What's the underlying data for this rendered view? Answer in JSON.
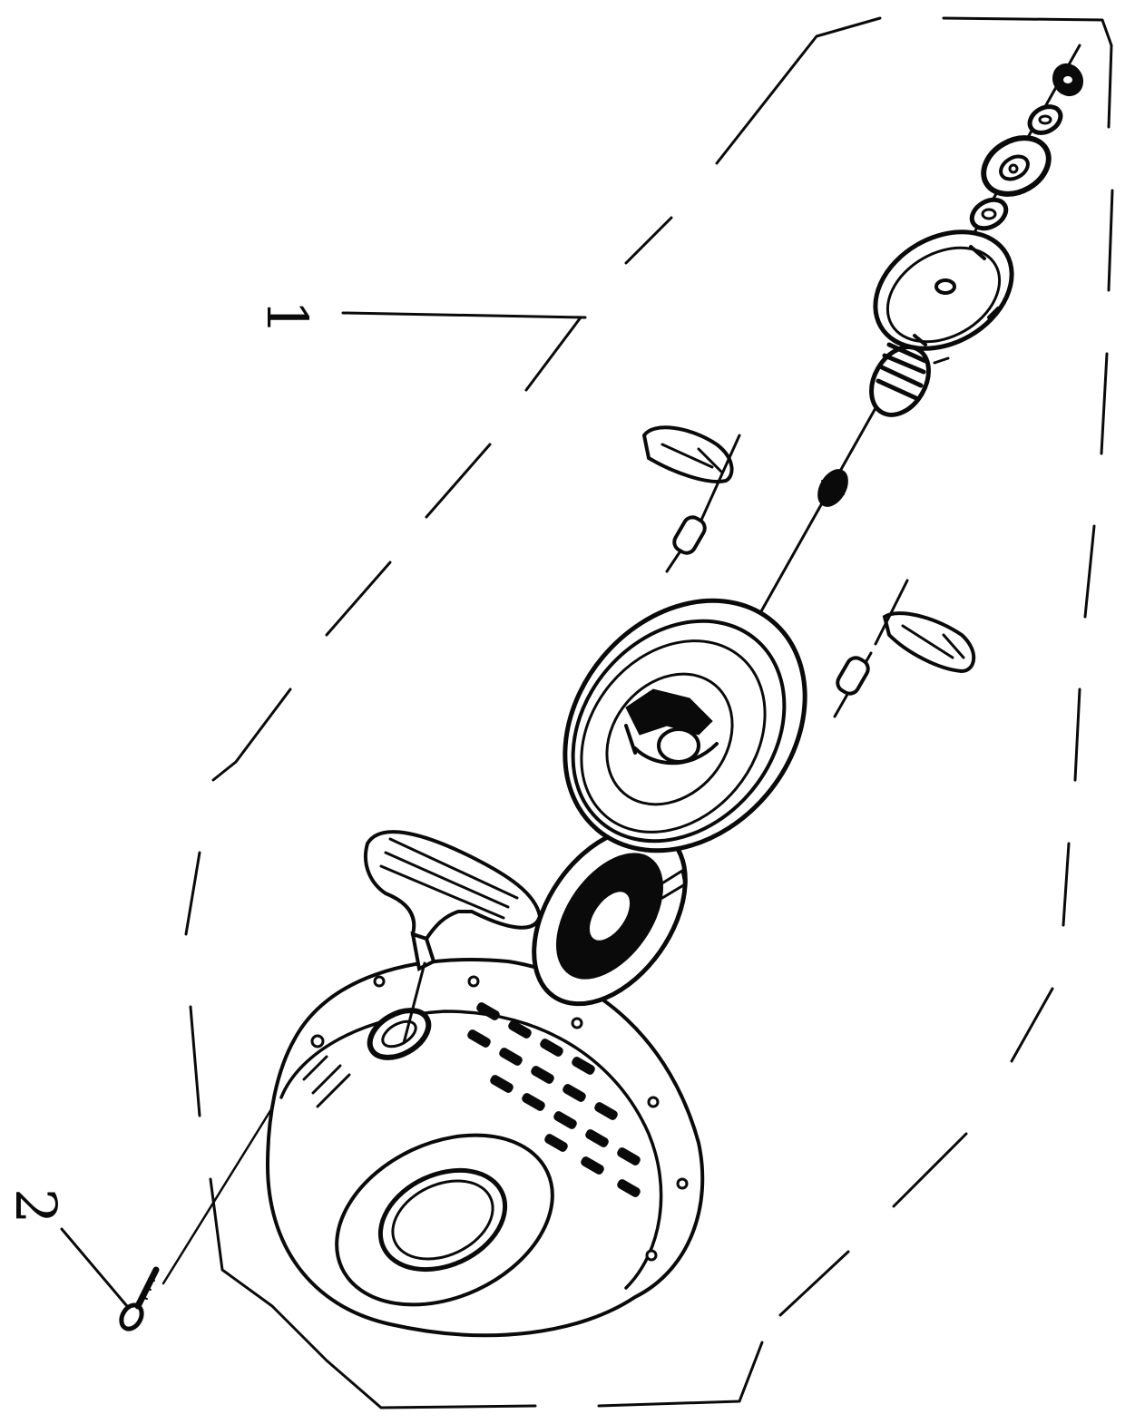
{
  "callouts": [
    {
      "id": "1",
      "label": "1"
    },
    {
      "id": "2",
      "label": "2"
    }
  ],
  "colors": {
    "ink": "#0a0a0a",
    "paper": "#ffffff"
  }
}
